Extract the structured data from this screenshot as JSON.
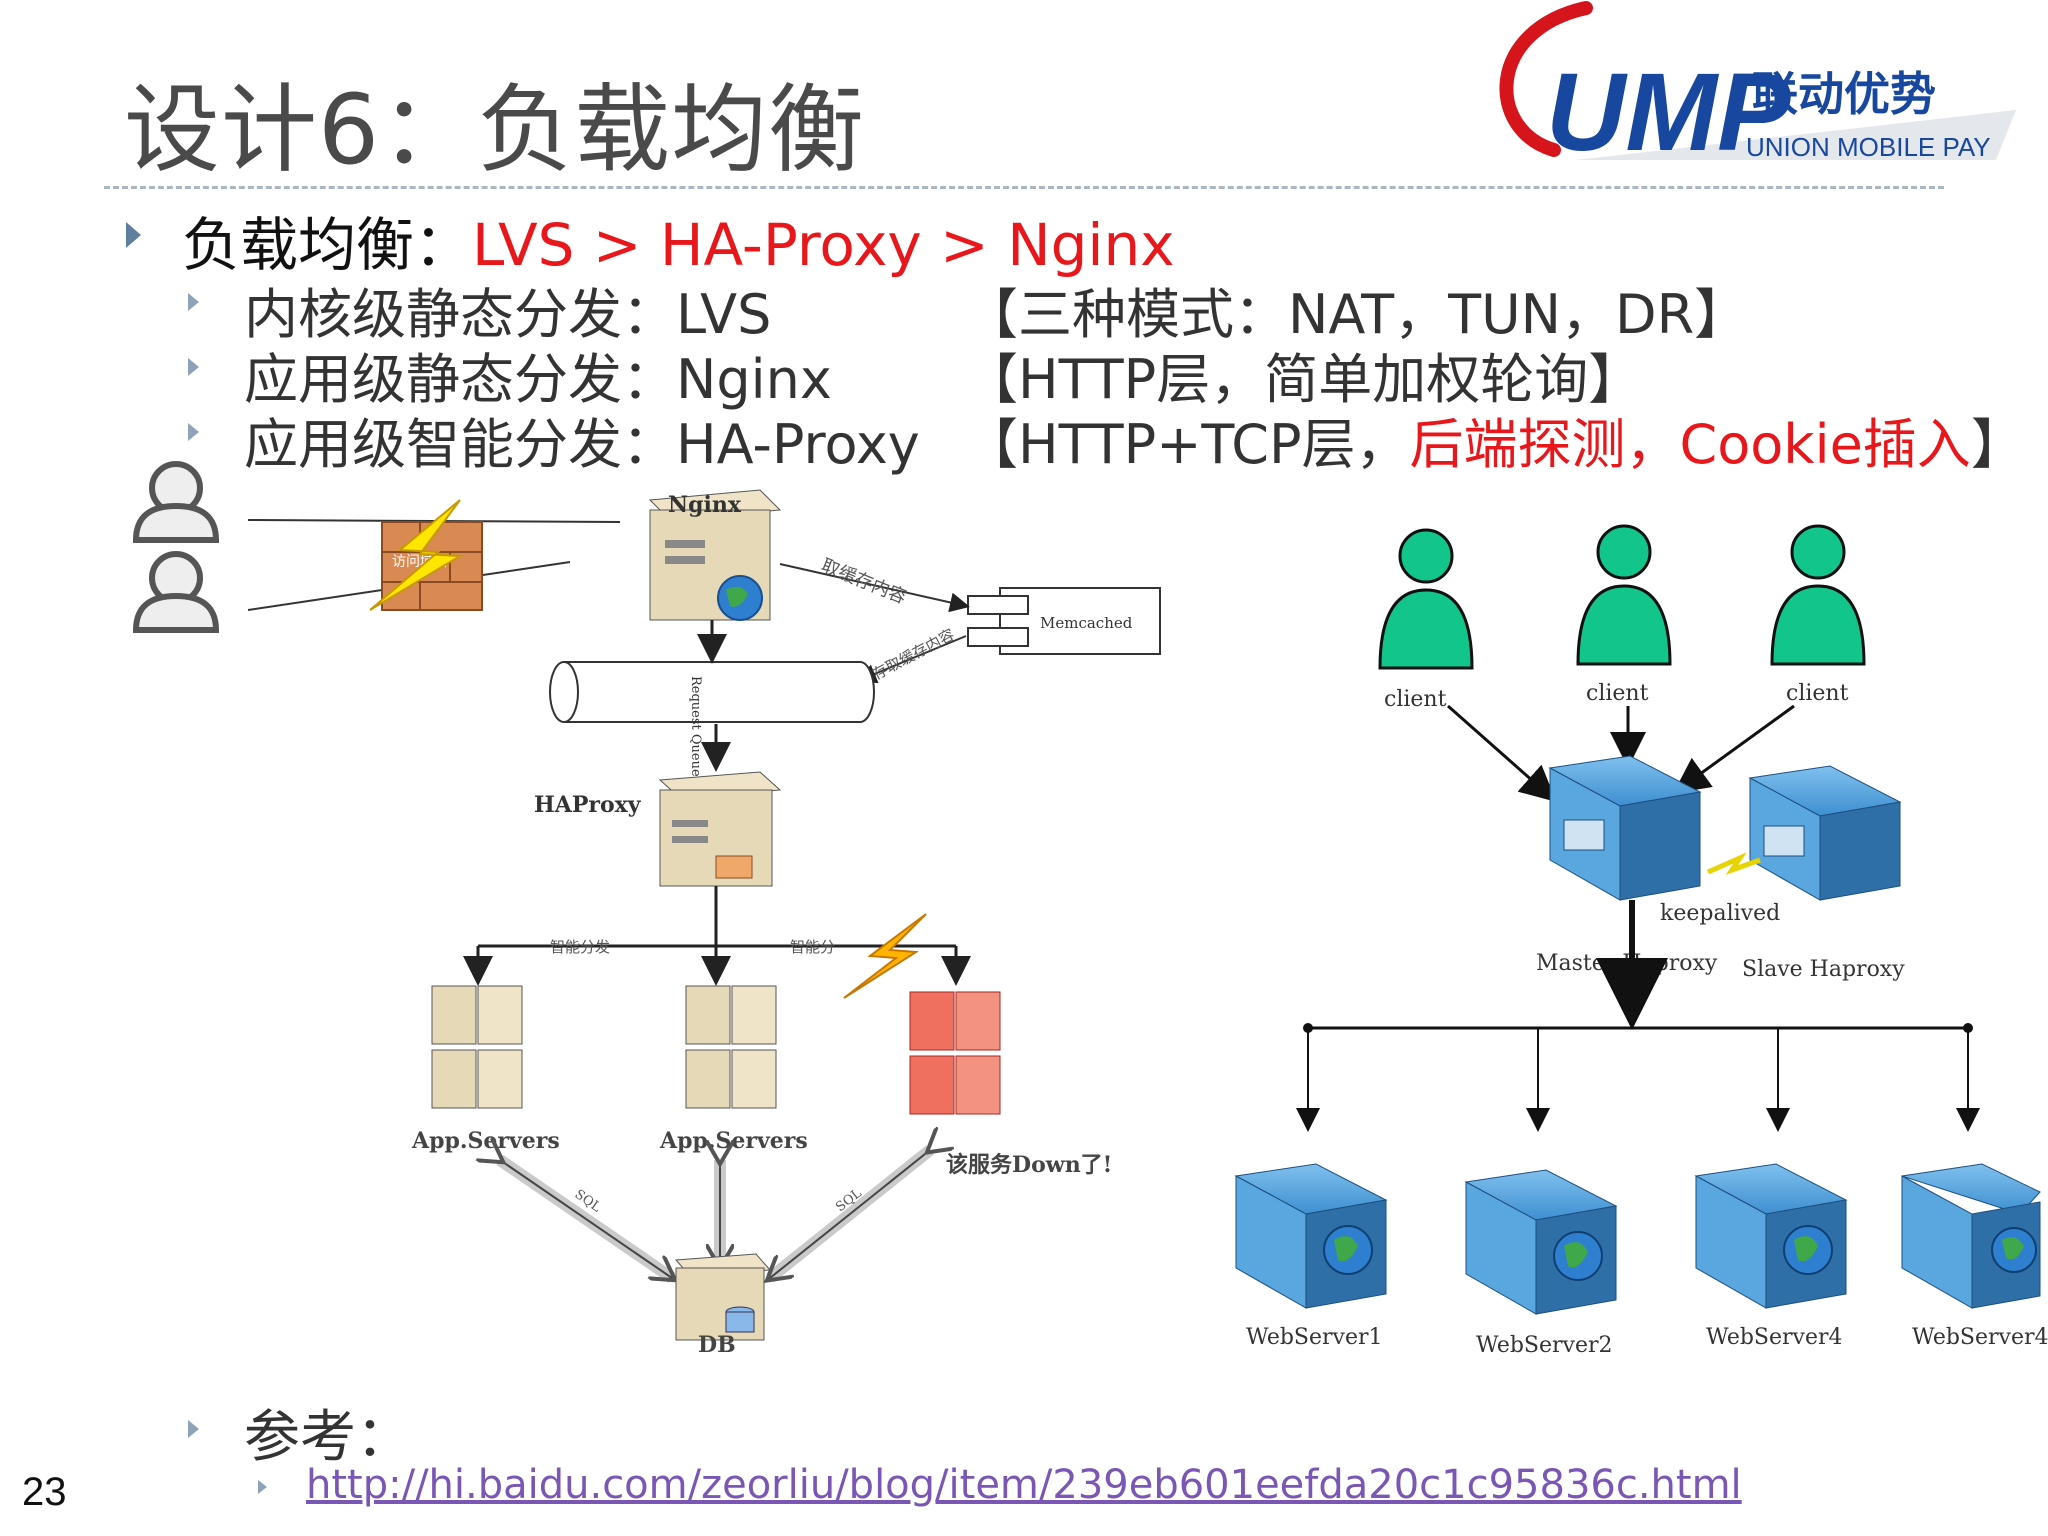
{
  "slide": {
    "title": "设计6：负载均衡",
    "page_number": "23"
  },
  "logo": {
    "mark": "UMP",
    "chinese": "联动优势",
    "english": "UNION MOBILE PAY",
    "red_color": "#d6141b",
    "blue_color": "#17479e"
  },
  "bullet_main": {
    "label": "负载均衡：",
    "value": "LVS > HA-Proxy > Nginx",
    "value_color": "#e8171b"
  },
  "sub_bullets": [
    {
      "label": "内核级静态分发：LVS",
      "detail": "【三种模式：NAT，TUN，DR】"
    },
    {
      "label": "应用级静态分发：Nginx",
      "detail": "【HTTP层，简单加权轮询】"
    },
    {
      "label": "应用级智能分发：HA-Proxy",
      "detail_prefix": "【HTTP+TCP层，",
      "detail_red": "后端探测，Cookie插入",
      "detail_suffix": "】"
    }
  ],
  "left_diagram": {
    "firewall_label": "访问域名",
    "nginx_label": "Nginx",
    "cache_read_label": "取缓存内容",
    "cache_write_label": "存取缓存内容",
    "memcached_label": "Memcached",
    "queue_label": "Request Queue",
    "haproxy_label": "HAProxy",
    "dispatch_label_1": "智能分发",
    "dispatch_label_2": "智能分",
    "app_servers_1": "App.Servers",
    "app_servers_2": "App.Servers",
    "down_label": "该服务Down了!",
    "sql_label": "SQL",
    "db_label": "DB"
  },
  "right_diagram": {
    "clients": [
      "client",
      "client",
      "client"
    ],
    "keepalived_label": "keepalived",
    "master_label": "Master Haproxy",
    "slave_label": "Slave Haproxy",
    "webservers": [
      "WebServer1",
      "WebServer2",
      "WebServer4",
      "WebServer4"
    ],
    "client_color": "#12c58a",
    "server_color": "#3f8fd0"
  },
  "reference": {
    "label": "参考：",
    "url": "http://hi.baidu.com/zeorliu/blog/item/239eb601eefda20c1c95836c.html"
  }
}
